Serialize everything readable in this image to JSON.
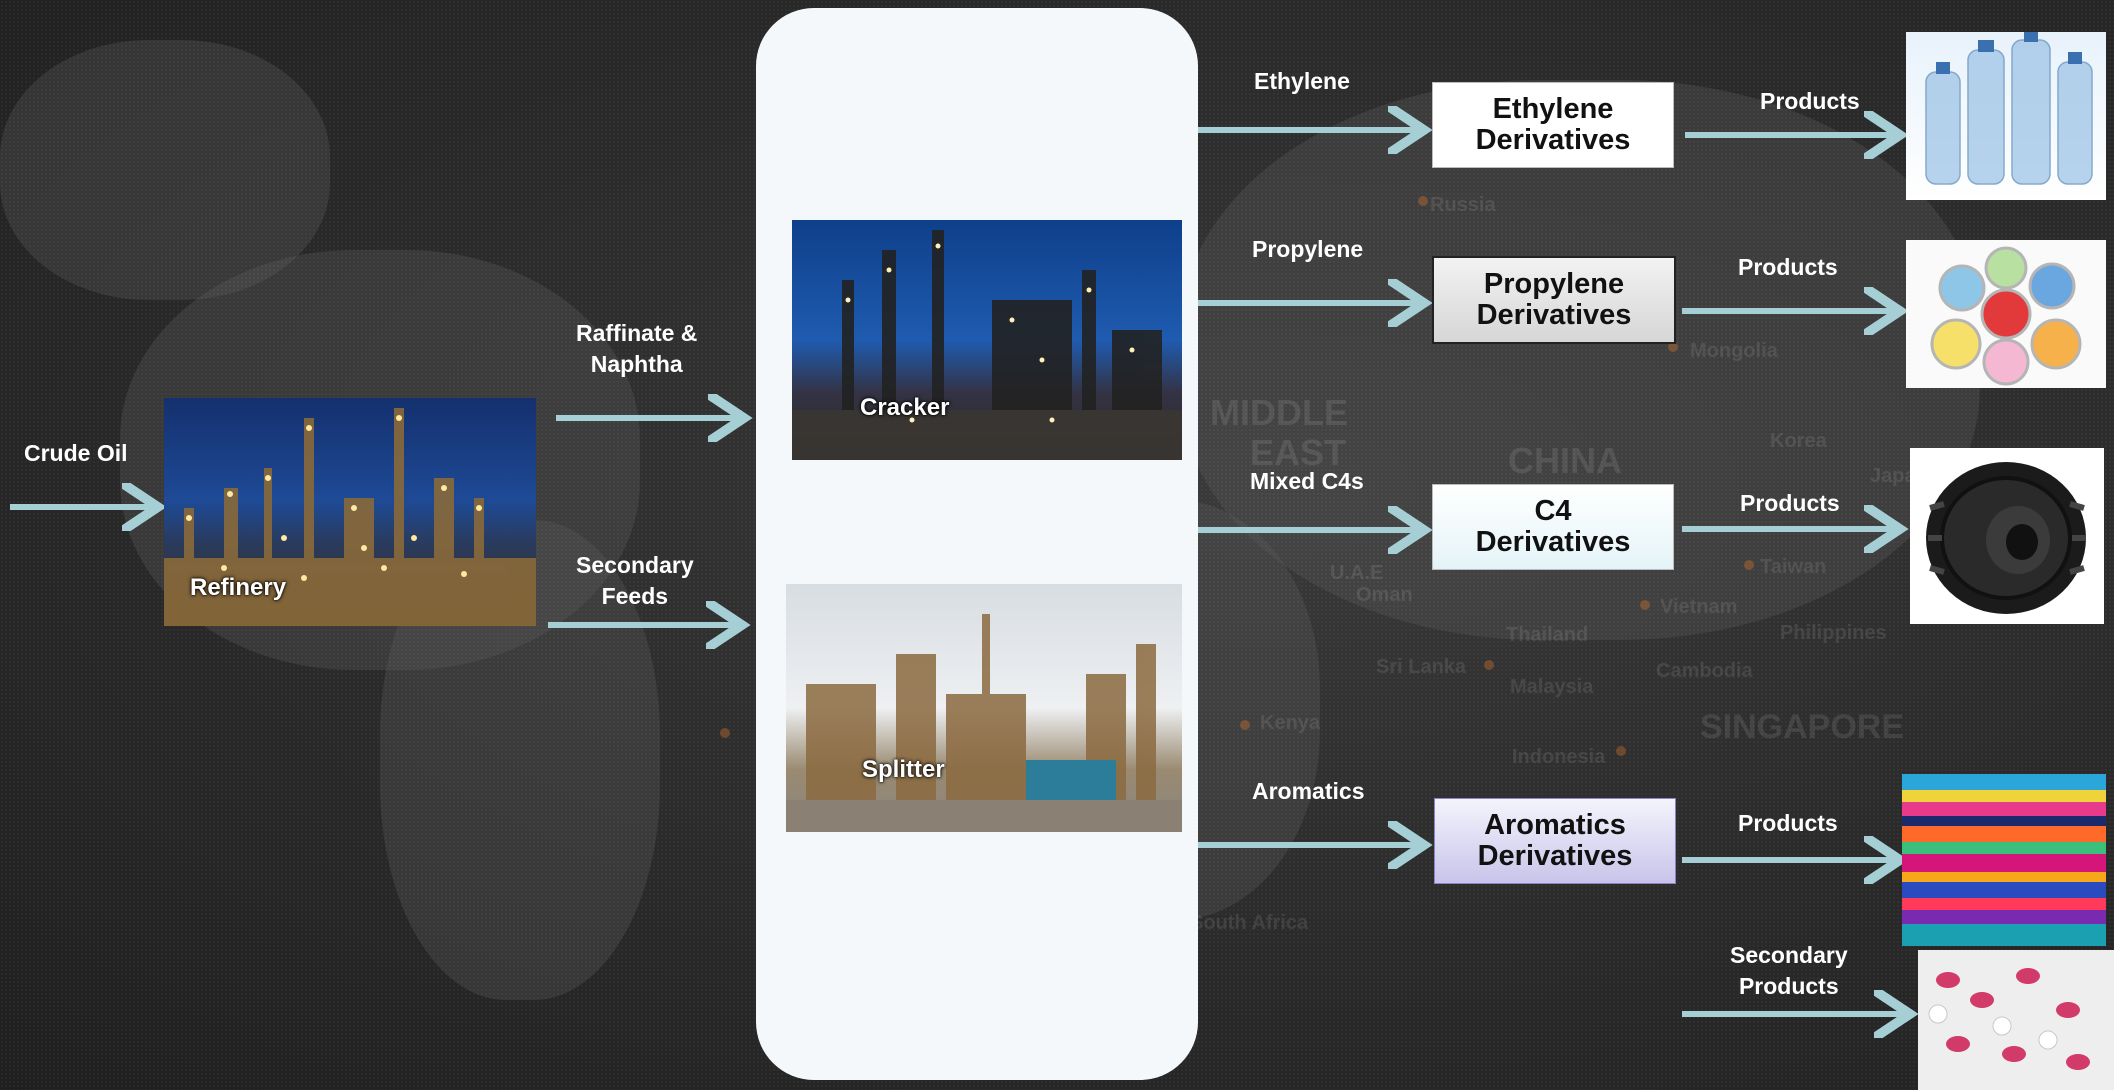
{
  "inputs": {
    "crude_oil": "Crude Oil",
    "raffinate": [
      "Raffinate &",
      "Naphtha"
    ],
    "secondary_feeds": [
      "Secondary",
      "Feeds"
    ]
  },
  "plants": {
    "refinery": "Refinery",
    "cracker": "Cracker",
    "splitter": "Splitter"
  },
  "streams": {
    "ethylene": "Ethylene",
    "propylene": "Propylene",
    "mixed_c4s": "Mixed C4s",
    "aromatics": "Aromatics"
  },
  "derivatives": [
    {
      "line1": "Ethylene",
      "line2": "Derivatives"
    },
    {
      "line1": "Propylene",
      "line2": "Derivatives"
    },
    {
      "line1": "C4",
      "line2": "Derivatives"
    },
    {
      "line1": "Aromatics",
      "line2": "Derivatives"
    }
  ],
  "products_label": "Products",
  "secondary_products": [
    "Secondary",
    "Products"
  ],
  "map_labels": [
    "MIDDLE",
    "EAST",
    "CHINA",
    "SINGAPORE",
    "Mongolia",
    "Korea",
    "Japan",
    "Taiwan",
    "Vietnam",
    "Philippines",
    "Thailand",
    "Cambodia",
    "Malaysia",
    "Indonesia",
    "Sri Lanka",
    "Kenya",
    "U.A.E",
    "Oman",
    "South Africa",
    "Russia"
  ],
  "colors": {
    "arrow": "#a6cfd5",
    "panel": "#f4f8fb",
    "ethylene_box": "#ffffff",
    "propylene_box": "#e4e4e4",
    "c4_box": "#eef8fb",
    "aromatics_box": "#dcdaf2"
  }
}
